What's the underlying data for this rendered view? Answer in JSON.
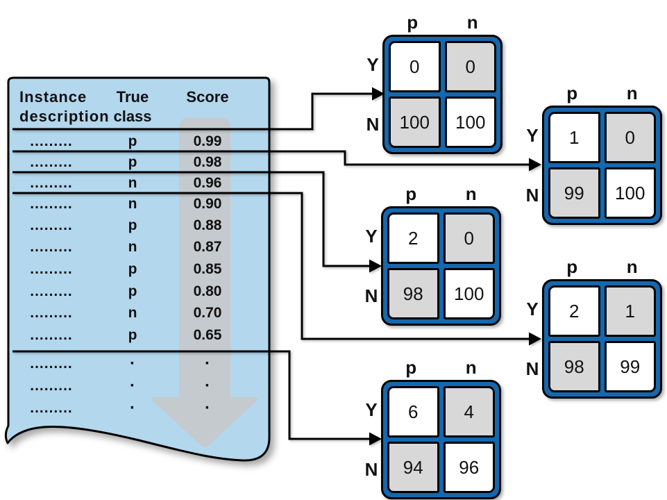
{
  "table": {
    "headers": {
      "col1": [
        "Instance",
        "description"
      ],
      "col2": [
        "True",
        "class"
      ],
      "col3": [
        "Score"
      ]
    },
    "rows": [
      {
        "desc": ".........",
        "cls": "p",
        "score": "0.99"
      },
      {
        "desc": ".........",
        "cls": "p",
        "score": "0.98"
      },
      {
        "desc": ".........",
        "cls": "n",
        "score": "0.96"
      },
      {
        "desc": ".........",
        "cls": "n",
        "score": "0.90"
      },
      {
        "desc": ".........",
        "cls": "p",
        "score": "0.88"
      },
      {
        "desc": ".........",
        "cls": "n",
        "score": "0.87"
      },
      {
        "desc": ".........",
        "cls": "p",
        "score": "0.85"
      },
      {
        "desc": ".........",
        "cls": "p",
        "score": "0.80"
      },
      {
        "desc": ".........",
        "cls": "n",
        "score": "0.70"
      },
      {
        "desc": ".........",
        "cls": "p",
        "score": "0.65"
      }
    ],
    "ellipsis_rows": [
      {
        "desc": ".........",
        "cls": "·",
        "score": "·"
      },
      {
        "desc": ".........",
        "cls": "·",
        "score": "·"
      },
      {
        "desc": ".........",
        "cls": "·",
        "score": "·"
      }
    ]
  },
  "matrices": [
    {
      "col_labels": [
        "p",
        "n"
      ],
      "row_labels": [
        "Y",
        "N"
      ],
      "cells": [
        [
          "0",
          "0"
        ],
        [
          "100",
          "100"
        ]
      ]
    },
    {
      "col_labels": [
        "p",
        "n"
      ],
      "row_labels": [
        "Y",
        "N"
      ],
      "cells": [
        [
          "1",
          "0"
        ],
        [
          "99",
          "100"
        ]
      ]
    },
    {
      "col_labels": [
        "p",
        "n"
      ],
      "row_labels": [
        "Y",
        "N"
      ],
      "cells": [
        [
          "2",
          "0"
        ],
        [
          "98",
          "100"
        ]
      ]
    },
    {
      "col_labels": [
        "p",
        "n"
      ],
      "row_labels": [
        "Y",
        "N"
      ],
      "cells": [
        [
          "2",
          "1"
        ],
        [
          "98",
          "99"
        ]
      ]
    },
    {
      "col_labels": [
        "p",
        "n"
      ],
      "row_labels": [
        "Y",
        "N"
      ],
      "cells": [
        [
          "6",
          "4"
        ],
        [
          "94",
          "96"
        ]
      ]
    }
  ],
  "colors": {
    "document_fill": "#b3d7ed",
    "matrix_frame_blue": "#1568ad",
    "shaded_cell_gray": "#d8d8d8",
    "plain_cell_white": "#ffffff",
    "big_arrow_gray": "#c6c9cb",
    "line_black": "#000000"
  }
}
